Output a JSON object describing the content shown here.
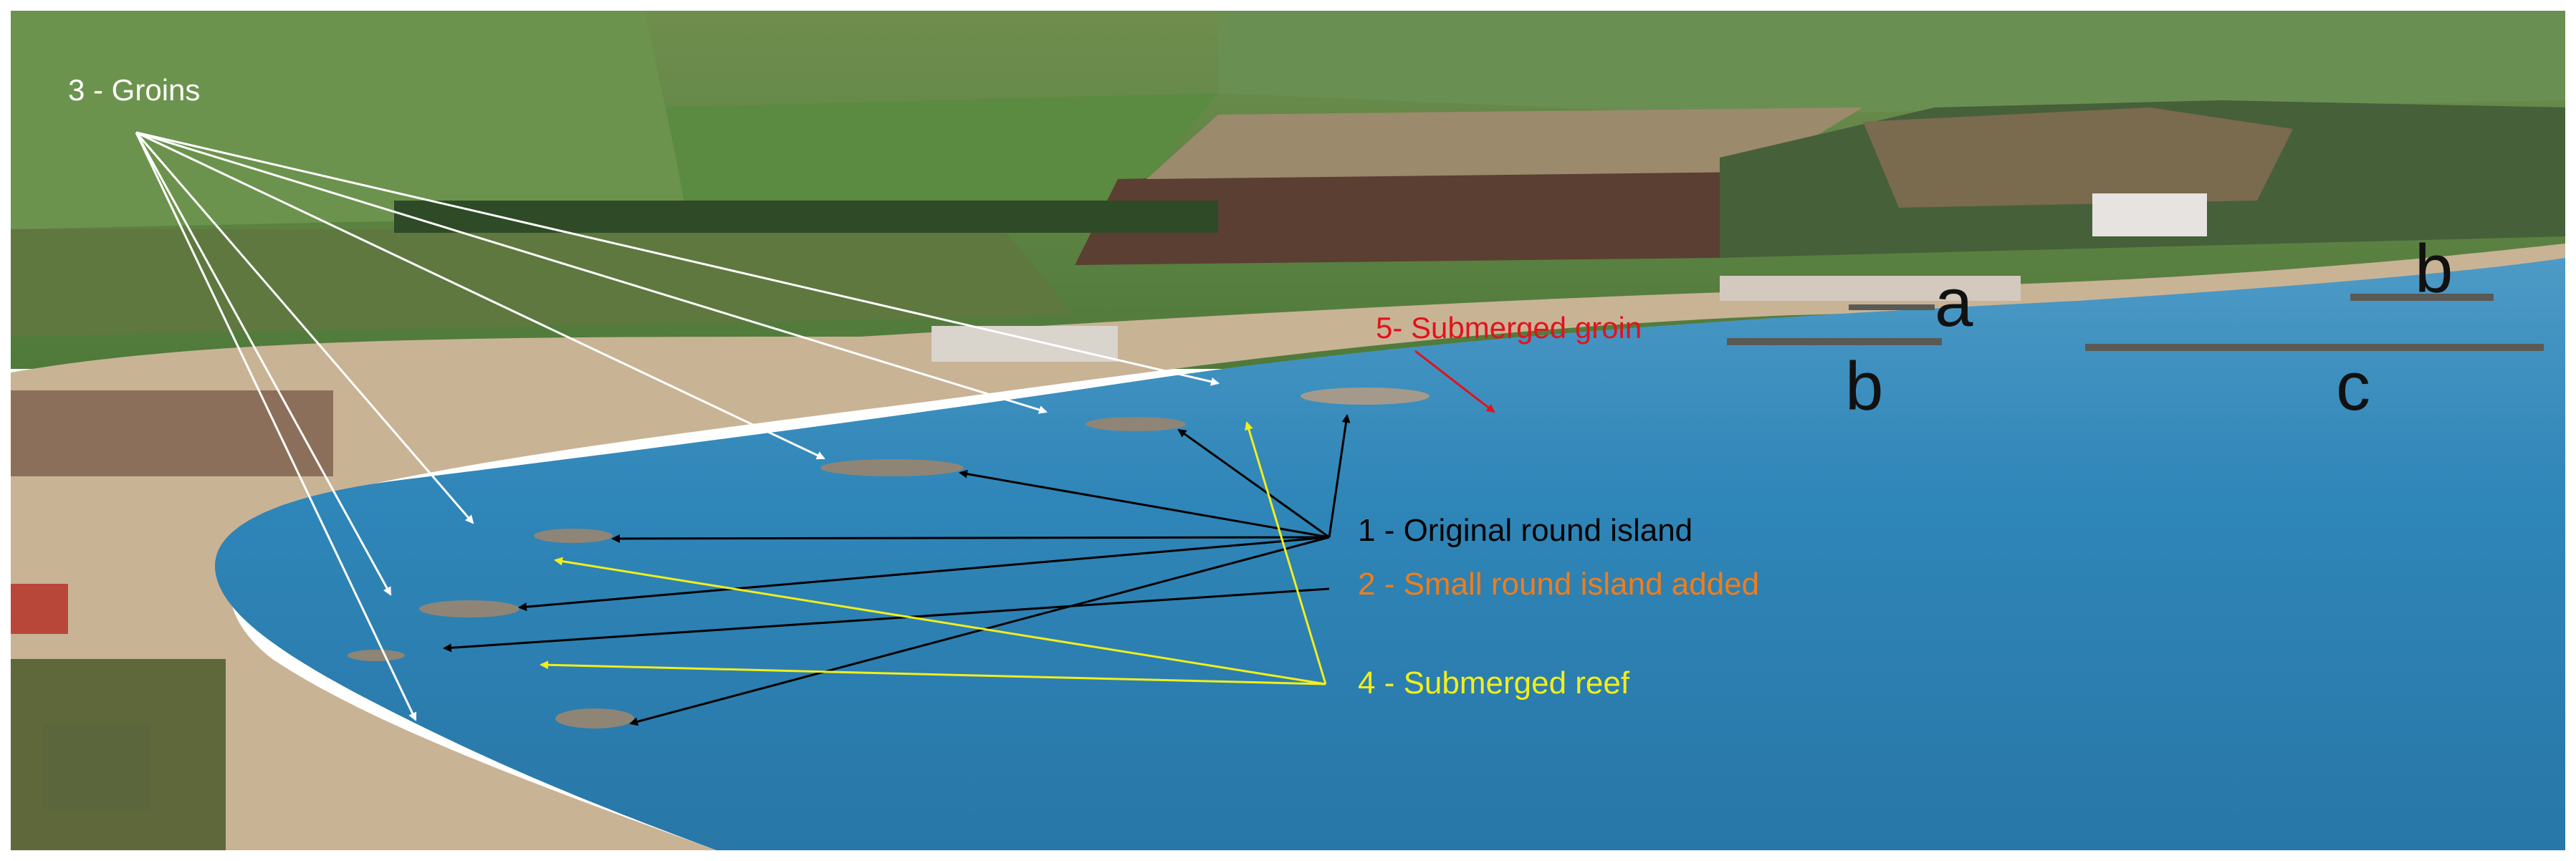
{
  "labels": {
    "groins": "3 - Groins",
    "submerged_groin": "5- Submerged groin",
    "original_round_island": "1 - Original round island",
    "small_round_island": "2 - Small round island added",
    "submerged_reef": "4 - Submerged reef",
    "a": "a",
    "b_left": "b",
    "b_right": "b",
    "c": "c"
  },
  "colors": {
    "groins_text": "#ffffff",
    "submerged_groin_text": "#e3121b",
    "original_round_island_text": "#000000",
    "small_round_island_text": "#f07d1a",
    "submerged_reef_text": "#f2ee1c",
    "sea": "#2f86b8",
    "sand": "#c9b395"
  }
}
